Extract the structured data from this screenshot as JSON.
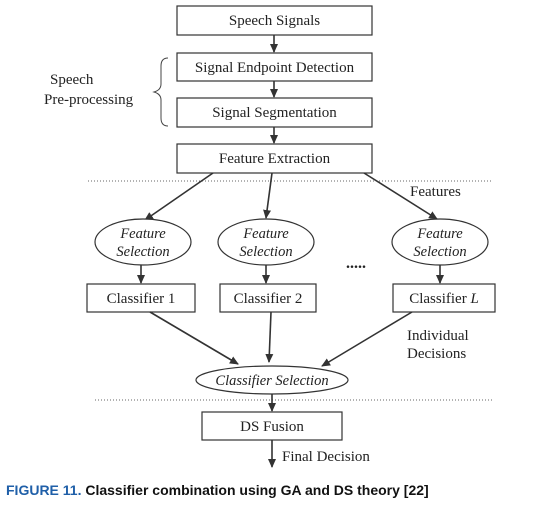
{
  "nodes": {
    "speech_signals": "Speech Signals",
    "endpoint_detection": "Signal Endpoint Detection",
    "segmentation": "Signal Segmentation",
    "feature_extraction": "Feature Extraction",
    "feature_selection_line1": "Feature",
    "feature_selection_line2": "Selection",
    "classifier_1": "Classifier 1",
    "classifier_2": "Classifier 2",
    "classifier_l_prefix": "Classifier ",
    "classifier_l_var": "L",
    "classifier_selection": "Classifier Selection",
    "ds_fusion": "DS Fusion"
  },
  "labels": {
    "preprocessing_line1": "Speech",
    "preprocessing_line2": "Pre-processing",
    "features": "Features",
    "individual_line1": "Individual",
    "individual_line2": "Decisions",
    "final_decision": "Final Decision",
    "ellipsis": "....."
  },
  "caption": {
    "figure": "FIGURE 11.",
    "text": "Classifier combination using GA and DS theory [22]"
  },
  "colors": {
    "caption_figure": "#1f5fa8",
    "stroke": "#333333"
  }
}
